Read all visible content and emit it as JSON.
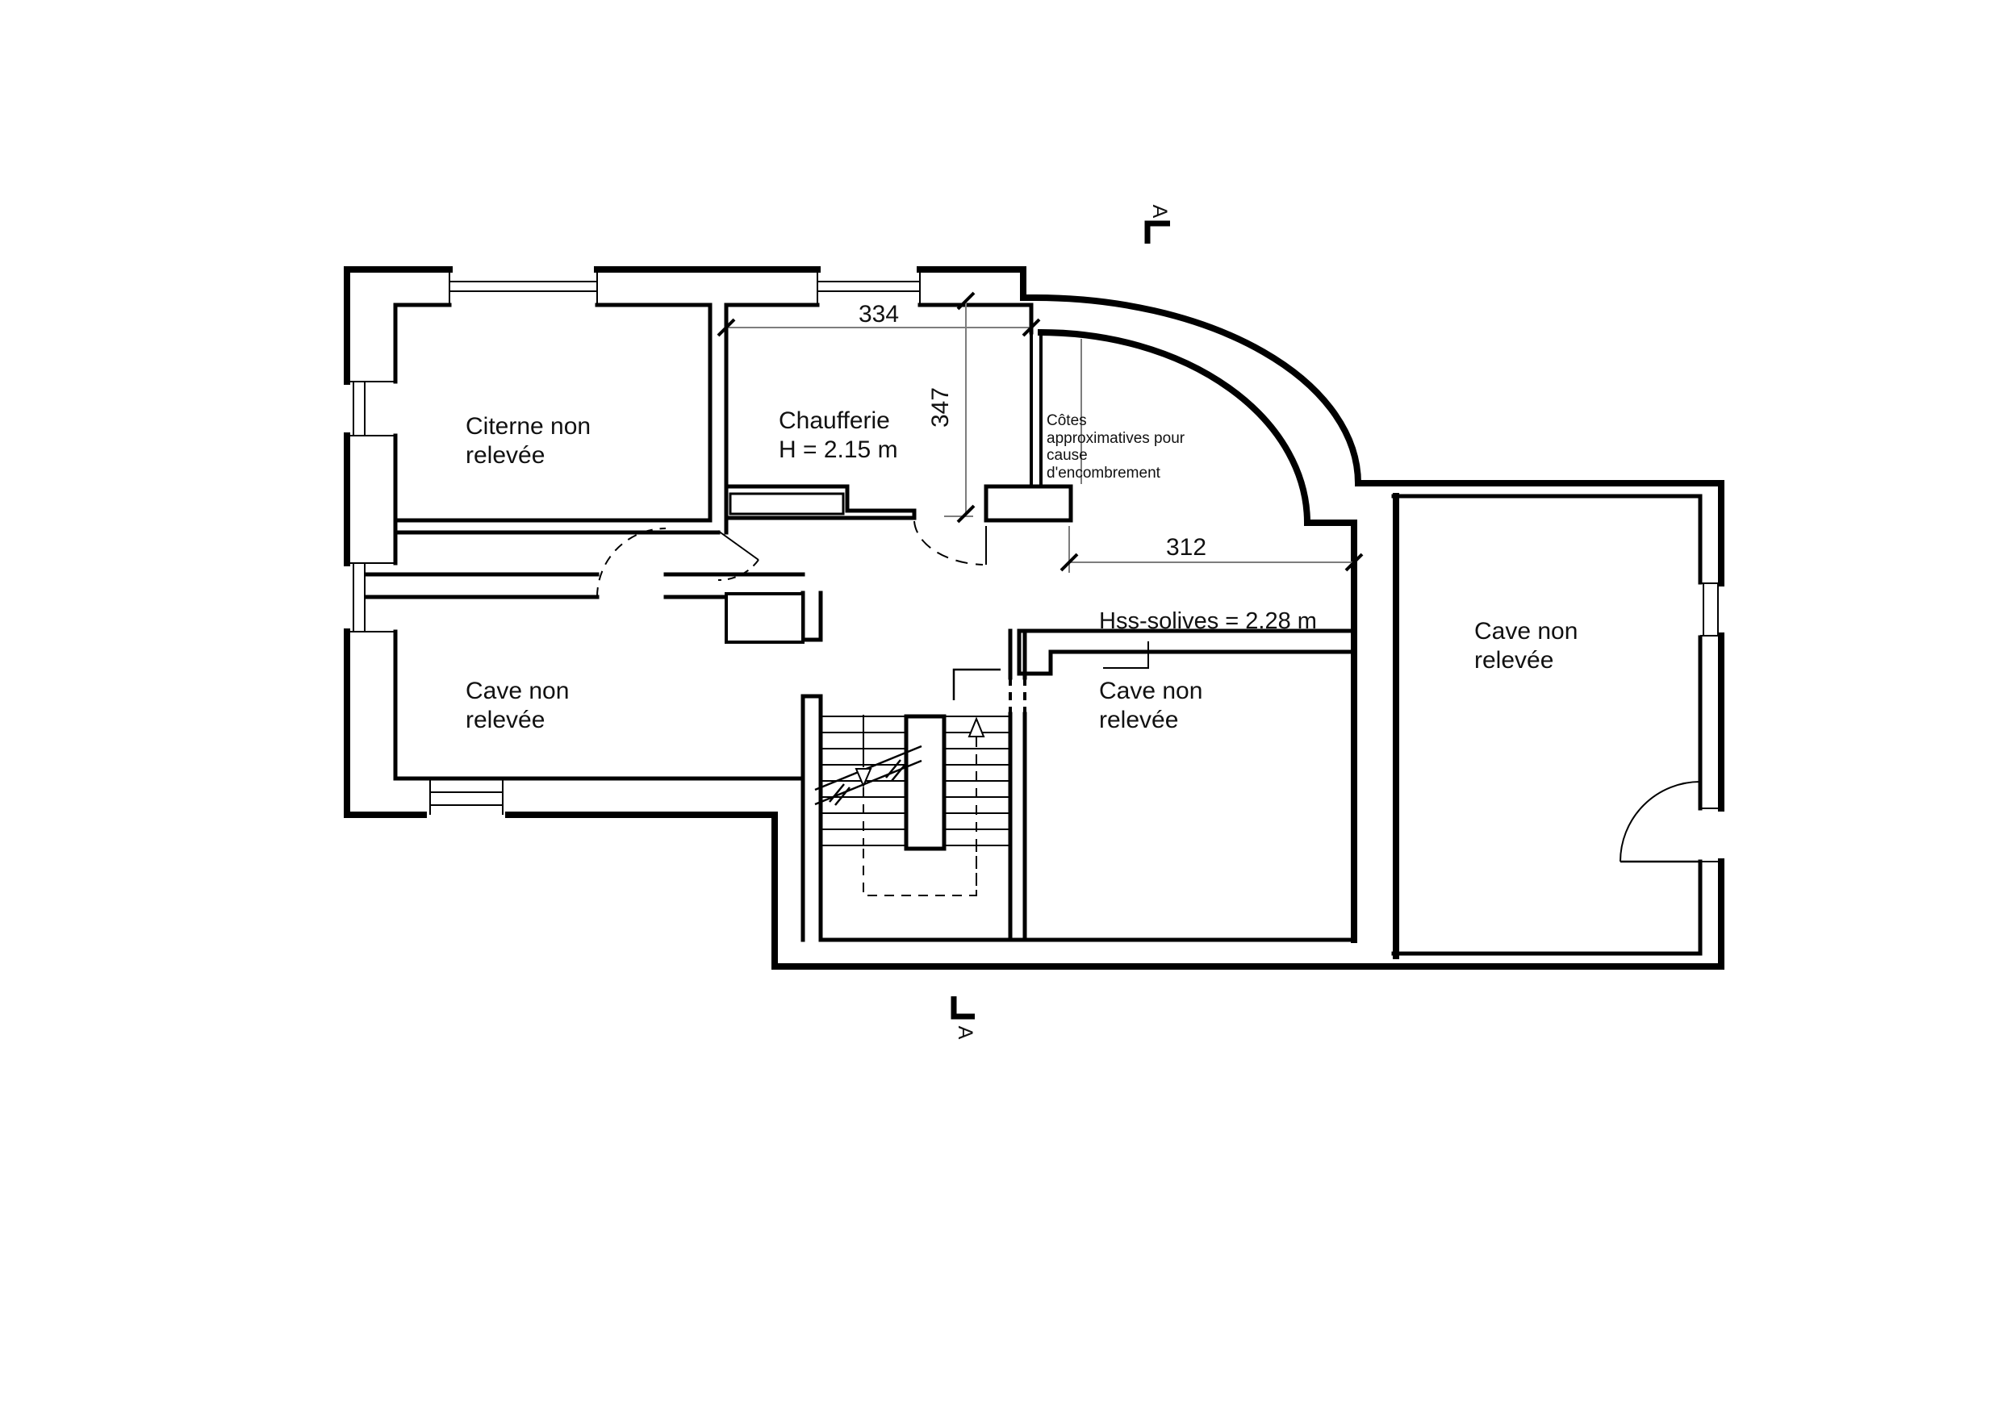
{
  "drawing": {
    "background_color": "#ffffff",
    "line_color": "#000000",
    "dim_line_color": "#7d7d7d",
    "rooms": [
      {
        "id": "citerne",
        "lines": [
          "Citerne non",
          "relevée"
        ]
      },
      {
        "id": "chaufferie",
        "lines": [
          "Chaufferie",
          "H = 2.15 m"
        ]
      },
      {
        "id": "cave-west",
        "lines": [
          "Cave non",
          "relevée"
        ]
      },
      {
        "id": "cave-middle",
        "lines": [
          "Cave non",
          "relevée"
        ]
      },
      {
        "id": "cave-east",
        "lines": [
          "Cave non",
          "relevée"
        ]
      }
    ],
    "note": {
      "lines": [
        "Côtes",
        "approximatives pour",
        "cause",
        "d'encombrement"
      ]
    },
    "annotations": {
      "joist_height": "Hss-solives = 2.28 m"
    },
    "dimensions": {
      "top_width": "334",
      "left_height": "347",
      "hall_width": "312"
    },
    "section_markers": {
      "top": "A",
      "bottom": "A"
    },
    "icons": {
      "stair_up_arrow": "open-triangle-up",
      "stair_down_arrow": "open-triangle-down"
    }
  }
}
